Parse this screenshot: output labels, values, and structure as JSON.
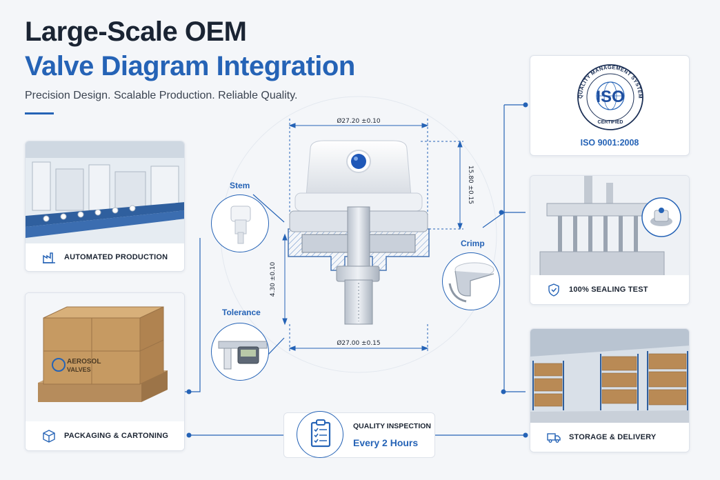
{
  "header": {
    "title_line1": "Large-Scale OEM",
    "title_line2": "Valve Diagram Integration",
    "subtitle": "Precision Design. Scalable Production. Reliable Quality."
  },
  "cards": {
    "automated_production": "AUTOMATED PRODUCTION",
    "packaging": "PACKAGING & CARTONING",
    "iso": "ISO 9001:2008",
    "sealing": "100% SEALING TEST",
    "storage": "STORAGE & DELIVERY"
  },
  "iso_badge": {
    "ring_text": "QUALITY MANAGEMENT SYSTEM",
    "center": "ISO",
    "bottom": "CERTIFIED"
  },
  "boxes": {
    "brand_line1": "AEROSOL",
    "brand_line2": "VALVES"
  },
  "callouts": {
    "stem": "Stem",
    "crimp": "Crimp",
    "tolerance": "Tolerance"
  },
  "dimensions": {
    "top_width": "Ø27.20 ±0.10",
    "right_height": "15.80 ±0.15",
    "left_height": "4.30 ±0.10",
    "bottom_width": "Ø27.00 ±0.15"
  },
  "quality": {
    "title": "QUALITY INSPECTION",
    "schedule": "Every 2 Hours"
  },
  "colors": {
    "accent": "#2563b6",
    "dark": "#1a2433"
  }
}
